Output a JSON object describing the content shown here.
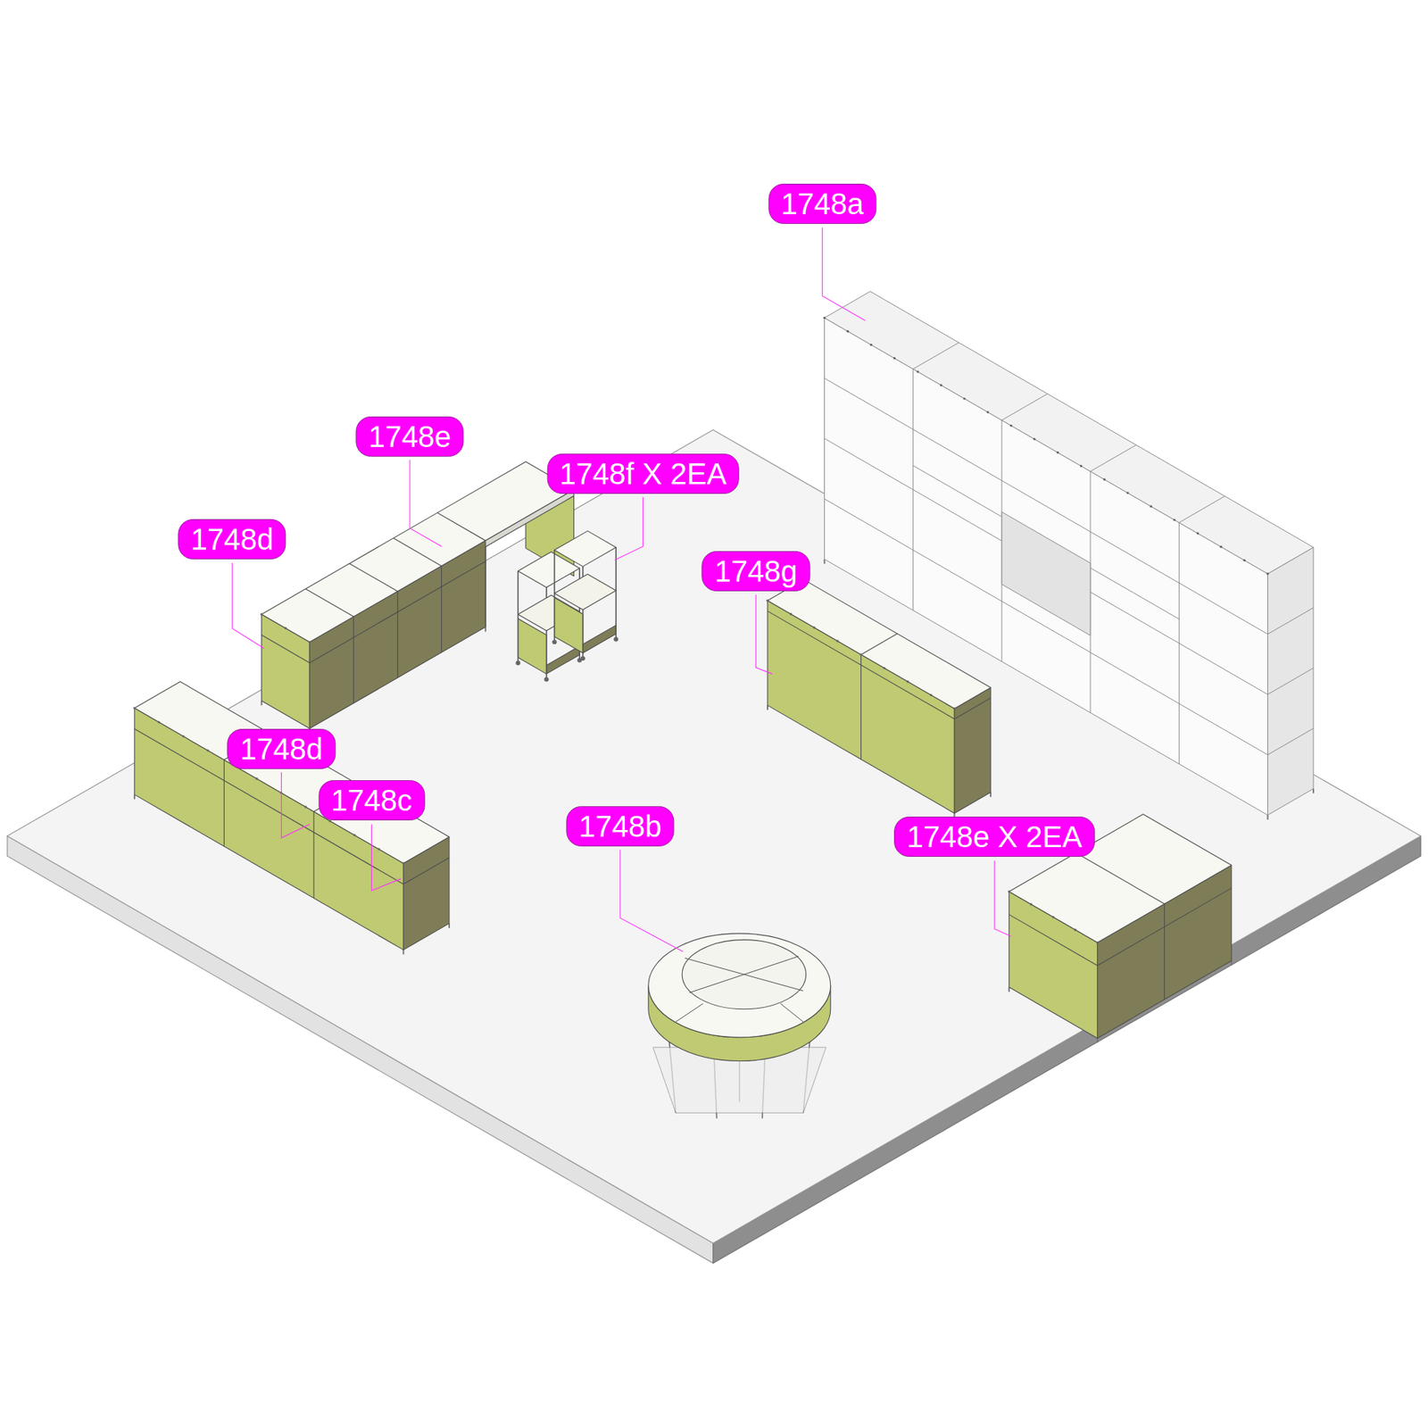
{
  "diagram": {
    "labels": [
      "1748a",
      "1748e",
      "1748f X 2EA",
      "1748d",
      "1748g",
      "1748d",
      "1748c",
      "1748b",
      "1748e X 2EA"
    ]
  }
}
